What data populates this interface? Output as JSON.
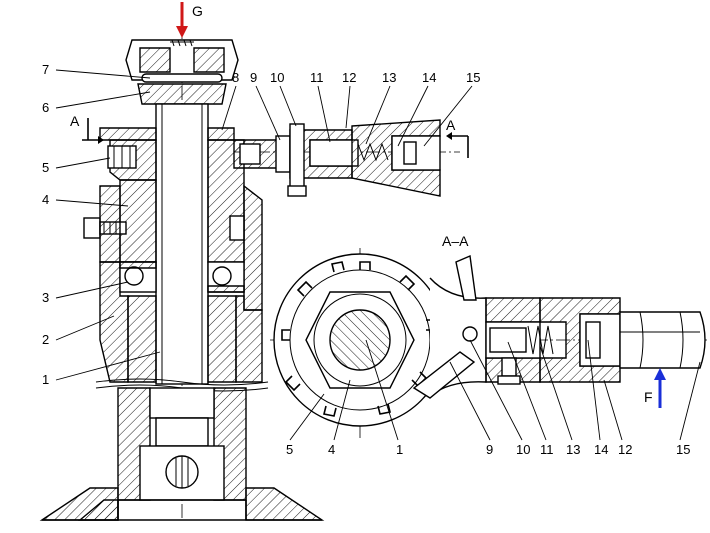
{
  "colors": {
    "force_g": "#d01818",
    "force_f": "#1a2fd8",
    "line": "#000000"
  },
  "forces": {
    "g": "G",
    "f": "F"
  },
  "section": {
    "title": "A–A",
    "mark_left": "A",
    "mark_right": "A"
  },
  "left_labels": [
    "7",
    "6",
    "5",
    "4",
    "3",
    "2",
    "1"
  ],
  "top_labels": [
    "8",
    "9",
    "10",
    "11",
    "12",
    "13",
    "14",
    "15"
  ],
  "bottom_labels": [
    "5",
    "4",
    "1",
    "9",
    "10",
    "11",
    "13",
    "14",
    "12",
    "15"
  ]
}
